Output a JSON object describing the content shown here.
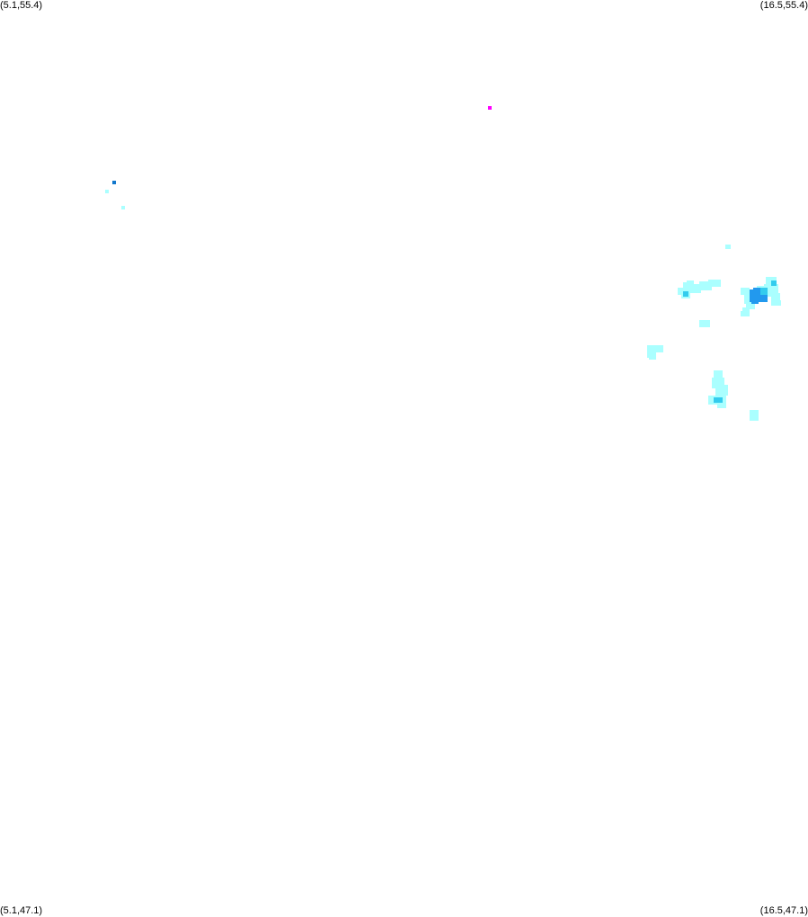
{
  "corners": {
    "top_left": "(5.1,55.4)",
    "top_right": "(16.5,55.4)",
    "bottom_left": "(5.1,47.1)",
    "bottom_right": "(16.5,47.1)"
  },
  "colors": {
    "background": "#ffffff",
    "light": "#aaffff",
    "medium": "#33ccee",
    "strong": "#2299ee",
    "deep": "#1177cc",
    "magenta": "#ff00ff"
  }
}
